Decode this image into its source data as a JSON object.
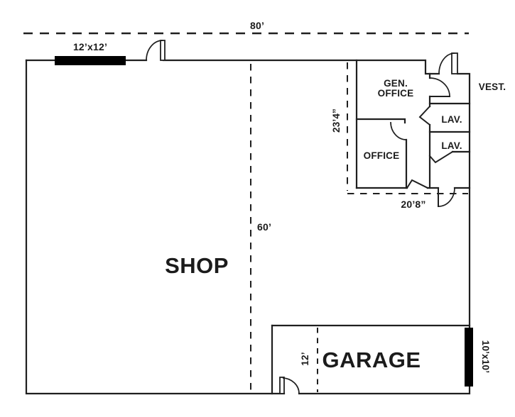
{
  "plan": {
    "rooms": {
      "shop": "SHOP",
      "garage": "GARAGE",
      "gen_office_line1": "GEN.",
      "gen_office_line2": "OFFICE",
      "office": "OFFICE",
      "lav_top": "LAV.",
      "lav_bottom": "LAV.",
      "vestibule": "VEST."
    },
    "dimensions": {
      "overall_width": "80’",
      "shop_depth": "60’",
      "office_block_depth": "23’4”",
      "office_block_width": "20’8”",
      "garage_door_marker": "12’",
      "overhead_door_top": "12’x12’",
      "overhead_door_right": "10’x10’"
    },
    "colors": {
      "wall": "#1f1f1f",
      "door_fill": "#000000",
      "background": "#ffffff"
    }
  }
}
